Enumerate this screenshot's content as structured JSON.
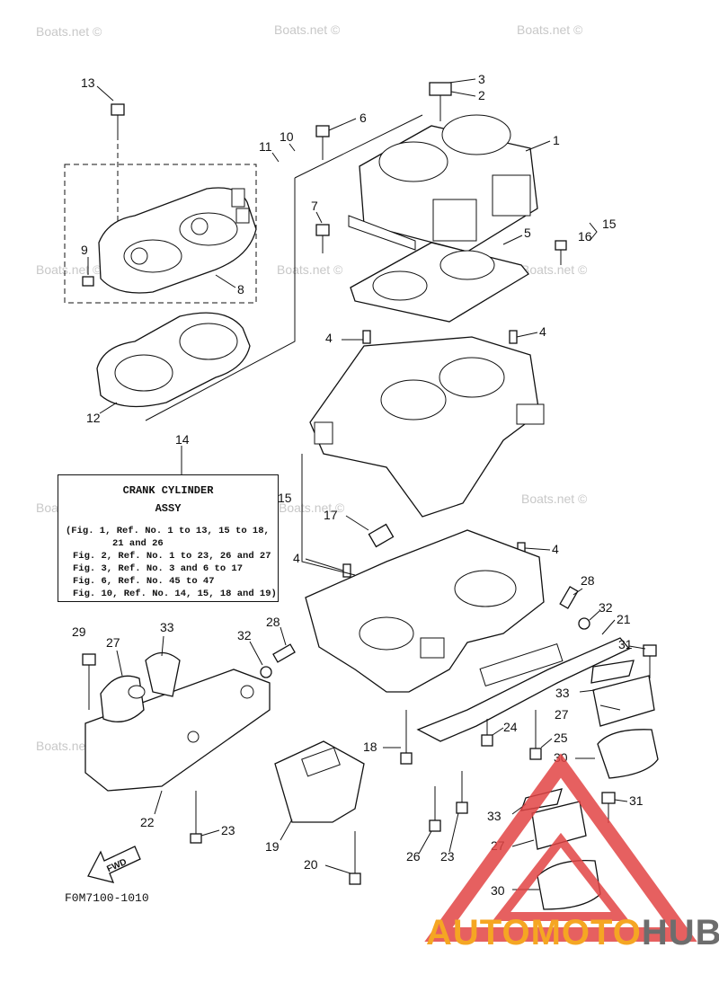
{
  "watermarks": [
    "Boats.net ©",
    "Boats.net ©",
    "Boats.net ©",
    "Boats.net ©",
    "Boats.net ©",
    "Boats.net ©",
    "Boats.net ©",
    "Boats.net ©",
    "Boats.net ©",
    "Boats.net ©"
  ],
  "note": {
    "ref": "14",
    "title_line1": "CRANK CYLINDER",
    "title_line2": "ASSY",
    "lines": [
      "(Fig. 1, Ref. No. 1 to 13, 15 to 18,",
      "21 and 26",
      "Fig. 2, Ref. No. 1 to 23, 26 and 27",
      "Fig. 3, Ref. No. 3 and 6 to 17",
      "Fig. 6, Ref. No. 45 to 47",
      "Fig. 10, Ref. No. 14, 15, 18 and 19)"
    ]
  },
  "fwd_label": "FWD",
  "figure_code": "F0M7100-1010",
  "brand": {
    "part1": "AUTOMOTO",
    "part2": "HUB",
    "color1": "#f5a623",
    "color2": "#6d6d6d",
    "triangle_color": "#e24444"
  },
  "callouts": [
    "13",
    "3",
    "2",
    "6",
    "1",
    "11",
    "10",
    "7",
    "5",
    "15",
    "16",
    "9",
    "8",
    "12",
    "4",
    "4",
    "14",
    "15",
    "17",
    "4",
    "4",
    "28",
    "32",
    "21",
    "29",
    "27",
    "33",
    "32",
    "28",
    "31",
    "33",
    "27",
    "18",
    "24",
    "25",
    "30",
    "22",
    "23",
    "19",
    "20",
    "26",
    "23",
    "33",
    "31",
    "27",
    "30"
  ]
}
